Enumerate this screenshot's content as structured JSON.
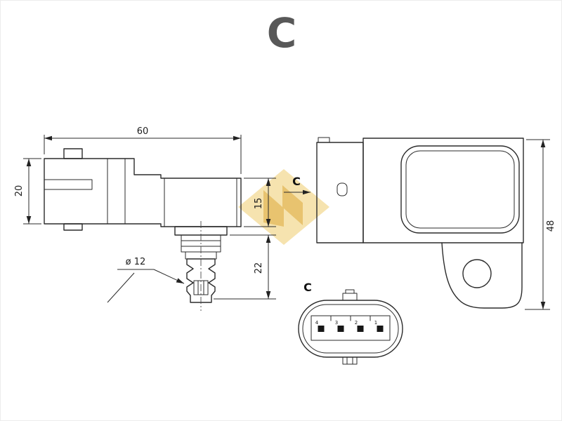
{
  "title": "C",
  "colors": {
    "title": "#585858",
    "line": "#2b2b2b",
    "watermark_primary": "#eec75f",
    "watermark_secondary": "#dca93a"
  },
  "side_view": {
    "dim_width": "60",
    "dim_connector_height": "20",
    "dim_body_height": "15",
    "dim_port_length": "22",
    "dim_port_diameter": "ø 12"
  },
  "front_view": {
    "view_direction_label": "C",
    "dim_height": "48"
  },
  "connector_view": {
    "label": "C",
    "pins": [
      "4",
      "3",
      "2",
      "1"
    ]
  }
}
